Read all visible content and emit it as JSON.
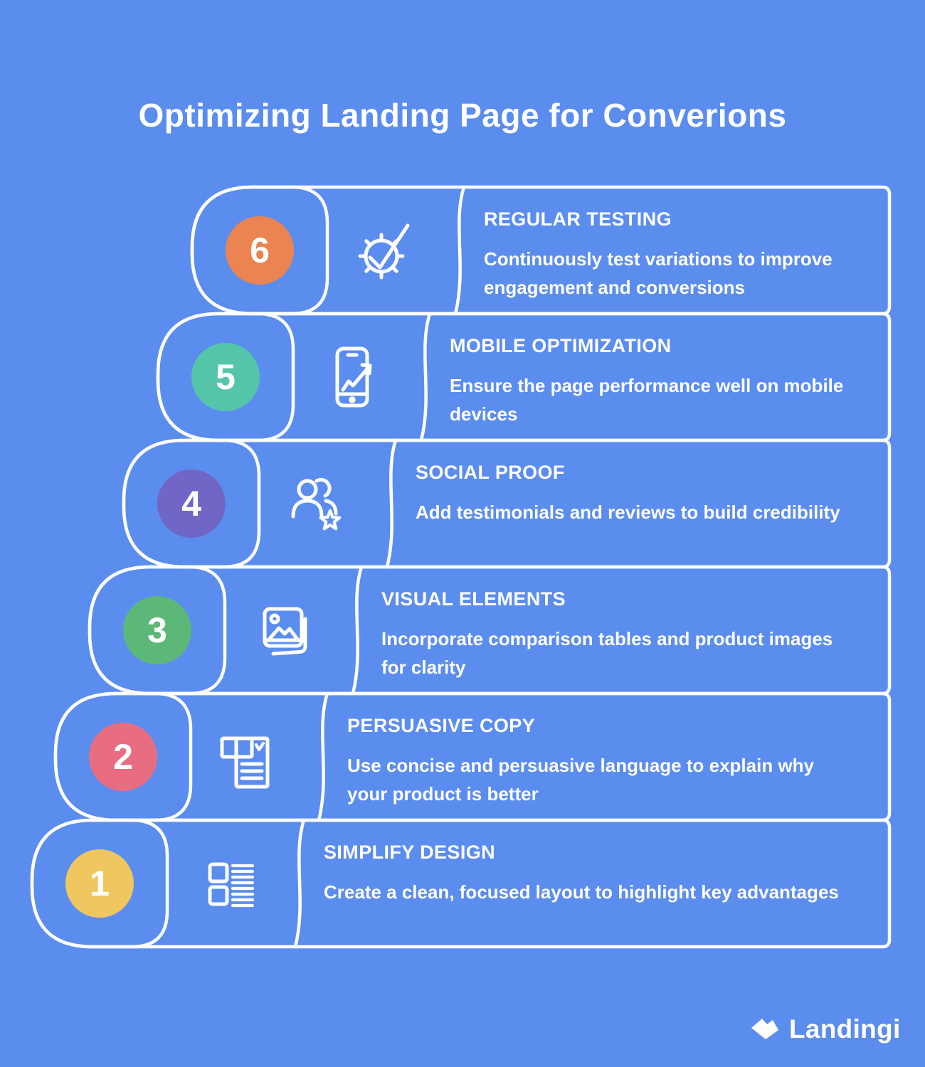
{
  "title": "Optimizing Landing Page for Converions",
  "colors": {
    "background": "#5B8DEF",
    "outline": "#FFFFFF",
    "text": "#FFFFFF"
  },
  "steps": [
    {
      "number": "6",
      "badge_color": "#EB8450",
      "icon": "gear-check-icon",
      "title": "REGULAR TESTING",
      "description": "Continuously test variations to improve engagement and conversions"
    },
    {
      "number": "5",
      "badge_color": "#55C5A9",
      "icon": "mobile-growth-icon",
      "title": "MOBILE OPTIMIZATION",
      "description": "Ensure the page performance well on mobile devices"
    },
    {
      "number": "4",
      "badge_color": "#6F66C5",
      "icon": "users-star-icon",
      "title": "SOCIAL PROOF",
      "description": "Add testimonials and reviews to build credibility"
    },
    {
      "number": "3",
      "badge_color": "#5CB878",
      "icon": "image-stack-icon",
      "title": "VISUAL ELEMENTS",
      "description": "Incorporate comparison tables and product images for clarity"
    },
    {
      "number": "2",
      "badge_color": "#E96D81",
      "icon": "document-check-icon",
      "title": "PERSUASIVE COPY",
      "description": "Use concise and persuasive language to explain why your product is better"
    },
    {
      "number": "1",
      "badge_color": "#F0C75E",
      "icon": "layout-list-icon",
      "title": "SIMPLIFY DESIGN",
      "description": "Create a clean, focused layout to highlight key advantages"
    }
  ],
  "footer": {
    "brand": "Landingi"
  }
}
